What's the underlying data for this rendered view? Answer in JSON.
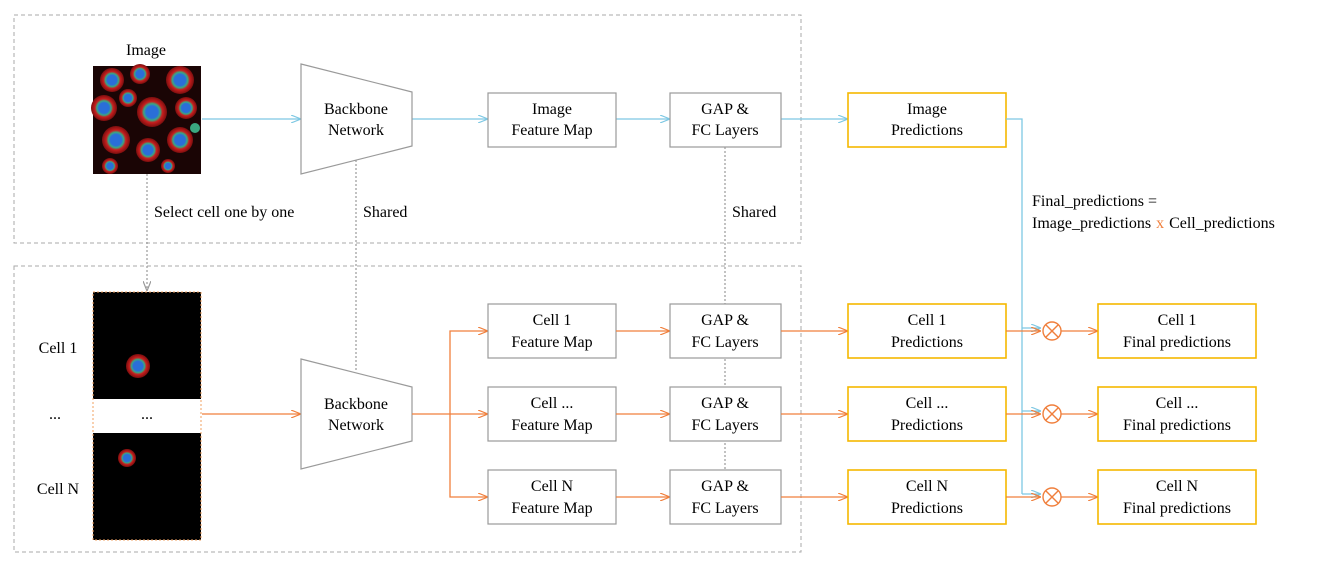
{
  "colors": {
    "blue_arrow": "#7ec8e3",
    "orange_arrow": "#f07f3c",
    "gray_box": "#9a9a9a",
    "yellow_box": "#f5b800",
    "dashed_frame": "#aaaaaa"
  },
  "top": {
    "image_label": "Image",
    "backbone": [
      "Backbone",
      "Network"
    ],
    "feature_map": [
      "Image",
      "Feature Map"
    ],
    "gap_fc": [
      "GAP &",
      "FC Layers"
    ],
    "predictions": [
      "Image",
      "Predictions"
    ]
  },
  "labels": {
    "select_cell": "Select cell one by one",
    "shared_backbone": "Shared",
    "shared_gap": "Shared",
    "final_formula_line1": "Final_predictions =",
    "final_formula_line2_a": "Image_predictions",
    "final_formula_line2_x": "x",
    "final_formula_line2_b": "Cell_predictions"
  },
  "bottom": {
    "cell_labels": [
      "Cell 1",
      "...",
      "Cell N"
    ],
    "strip_ellipsis": "...",
    "backbone": [
      "Backbone",
      "Network"
    ],
    "rows": [
      {
        "feature_map": [
          "Cell 1",
          "Feature Map"
        ],
        "gap_fc": [
          "GAP &",
          "FC Layers"
        ],
        "predictions": [
          "Cell 1",
          "Predictions"
        ],
        "final": [
          "Cell 1",
          "Final predictions"
        ]
      },
      {
        "feature_map": [
          "Cell ...",
          "Feature Map"
        ],
        "gap_fc": [
          "GAP &",
          "FC Layers"
        ],
        "predictions": [
          "Cell ...",
          "Predictions"
        ],
        "final": [
          "Cell ...",
          "Final predictions"
        ]
      },
      {
        "feature_map": [
          "Cell N",
          "Feature Map"
        ],
        "gap_fc": [
          "GAP &",
          "FC Layers"
        ],
        "predictions": [
          "Cell N",
          "Predictions"
        ],
        "final": [
          "Cell N",
          "Final predictions"
        ]
      }
    ]
  }
}
